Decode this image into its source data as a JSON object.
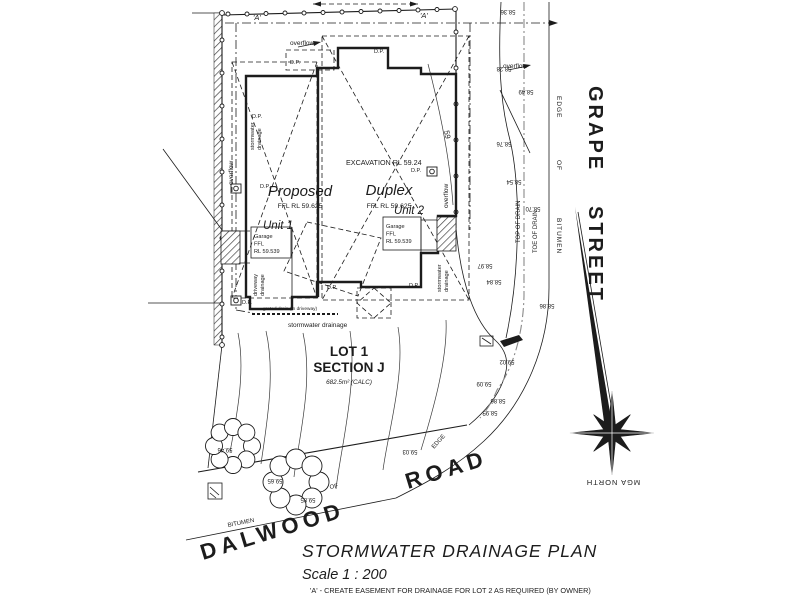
{
  "document": {
    "title": "STORMWATER  DRAINAGE  PLAN",
    "scale": "Scale  1 : 200",
    "note": "'A'  -  CREATE EASEMENT FOR DRAINAGE FOR LOT 2 AS REQUIRED (BY OWNER)"
  },
  "streets": {
    "grape_word1": "GRAPE",
    "grape_word2": "STREET",
    "dalwood_word1": "DALWOOD",
    "dalwood_word2": "ROAD"
  },
  "lot": {
    "name": "LOT 1",
    "section": "SECTION J",
    "area": "682.5m² (CALC)"
  },
  "building": {
    "proposed": "Proposed",
    "duplex": "Duplex",
    "ffl": "FFL RL 59.625",
    "excavation": "EXCAVATION  RL  59.24",
    "unit1": "Unit 1",
    "unit2": "Unit 2",
    "garage_line1": "Garage",
    "garage_line2": "FFL",
    "garage_line3": "RL 59.539"
  },
  "labels": {
    "overflow": "overflow",
    "dp": "D.P.",
    "storm1": "stormwater",
    "storm2": "drainage",
    "drive1": "driveway",
    "drive2": "drainage",
    "grated": "grated drain (in driveway)",
    "storm_h": "stormwater  drainage",
    "edge": "EDGE",
    "of": "OF",
    "bitumen": "BITUMEN",
    "top_drain": "TOP OF DRAIN",
    "toe_drain": "TOE OF DRAIN",
    "contour59": "59",
    "a_mark": "'A'",
    "mga": "MGA NORTH"
  },
  "spots": [
    "58.36",
    "58.28",
    "58.49",
    "58.76",
    "58.54",
    "58.70",
    "58.97",
    "58.84",
    "58.86",
    "59.02",
    "59.09",
    "58.86",
    "58.95",
    "59.46",
    "59.65",
    "59.85",
    "59.03"
  ],
  "colors": {
    "ink": "#1c1c1c",
    "drain_dash": "#8a8a8a",
    "paper": "#ffffff"
  }
}
